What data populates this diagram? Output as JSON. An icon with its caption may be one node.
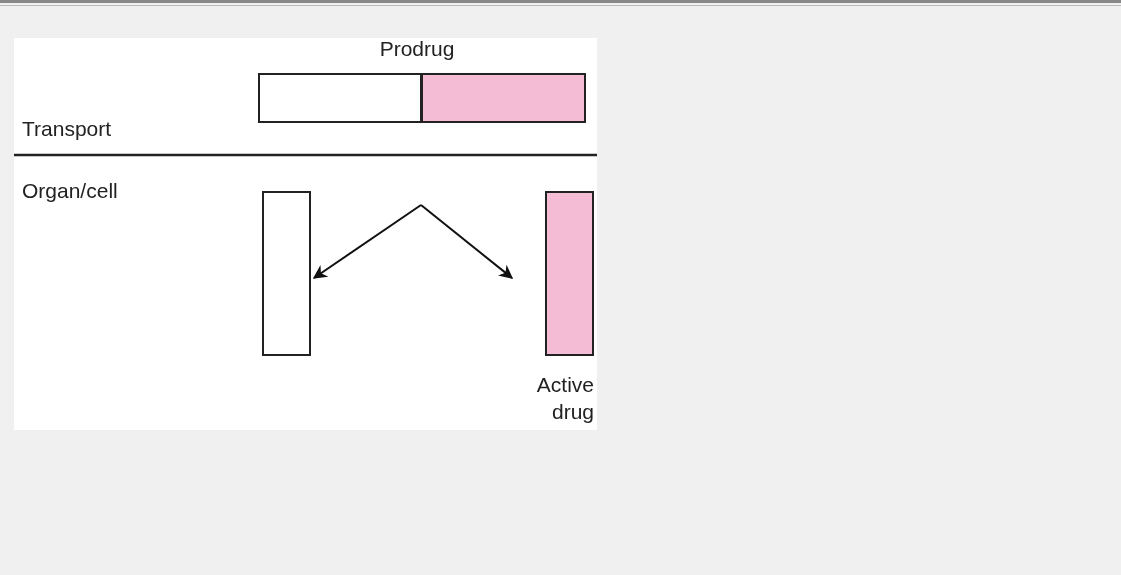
{
  "diagram": {
    "nodes": [
      {
        "text": [
          "Prodrug"
        ]
      },
      {
        "text": [],
        "shape": "box",
        "in": 0
      },
      {
        "text": [],
        "shape": "box",
        "in": 0
      },
      {
        "text": [],
        "shape": "box"
      },
      {
        "text": [
          "Active drug"
        ]
      }
    ],
    "edges": [
      {
        "from": null,
        "to": 3,
        "arrow": "to"
      },
      {
        "from": null,
        "to": 4,
        "arrow": "to"
      }
    ],
    "labels": [
      "Transport",
      "Organ/cell"
    ]
  }
}
